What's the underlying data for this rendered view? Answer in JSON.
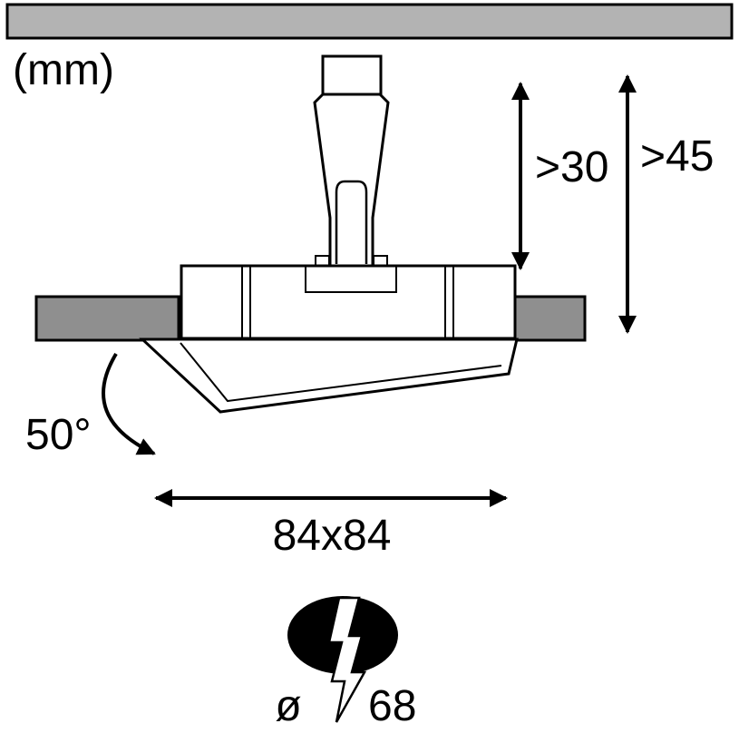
{
  "diagram": {
    "unit_label": "(mm)",
    "annotations": {
      "min_recess_depth": ">30",
      "min_install_depth": ">45",
      "tilt_angle": "50°",
      "fixture_dimensions": "84x84",
      "cutout_symbol": "ø",
      "cutout_diameter": "68"
    },
    "colors": {
      "outline": "#000000",
      "ceiling_fill": "#b3b3b3",
      "flange_fill": "#8f8f8f",
      "background": "#ffffff",
      "symbol_fill": "#000000"
    }
  }
}
